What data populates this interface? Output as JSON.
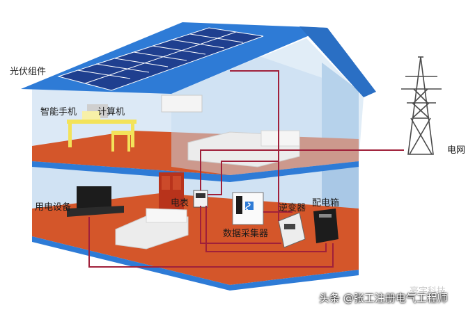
{
  "labels": {
    "pv_modules": "光伏组件",
    "smartphone": "智能手机",
    "computer": "计算机",
    "grid": "电网",
    "meter": "电表",
    "appliances": "用电设备",
    "inverter": "逆变器",
    "distribution_box": "配电箱",
    "data_collector": "数据采集器"
  },
  "watermark": {
    "text": "头条 @张工注册电气工程师",
    "background_text": "豪宇科技"
  },
  "colors": {
    "roof": "#2e7bd6",
    "wall": "#bcd6ee",
    "floor": "#d4562a",
    "wire": "#a0203a",
    "panel": "#1f3f8f",
    "furniture_yellow": "#f3e35a"
  }
}
